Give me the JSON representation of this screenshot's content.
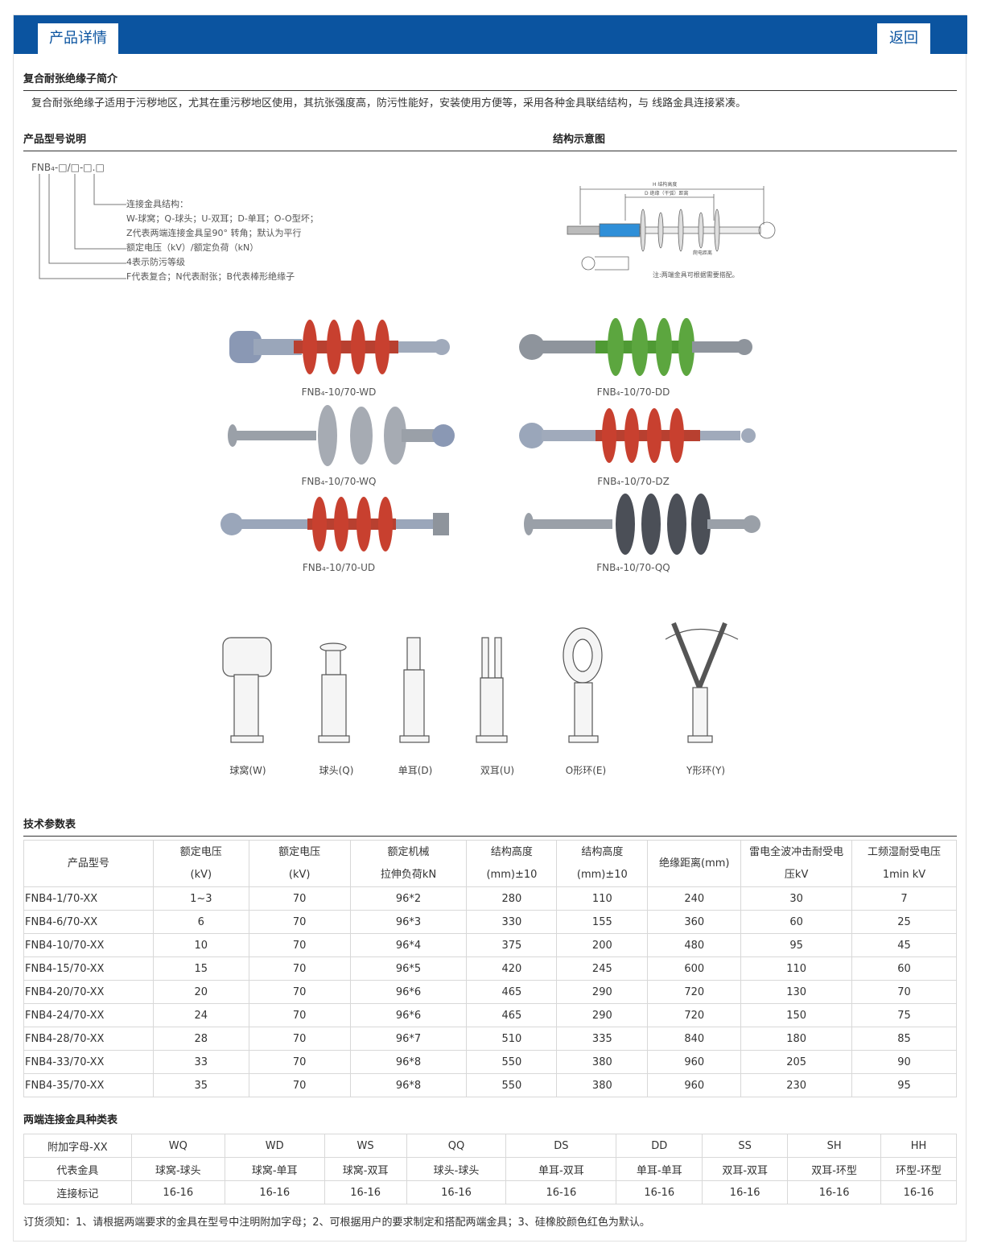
{
  "header": {
    "tab_label": "产品详情",
    "back_label": "返回",
    "accent": "#0b54a0"
  },
  "intro": {
    "title": "复合耐张绝缘子简介",
    "text": "复合耐张绝缘子适用于污秽地区，尤其在重污秽地区使用，其抗张强度高，防污性能好，安装使用方便等，采用各种金具联结结构，与 线路金具连接紧凑。"
  },
  "model": {
    "title": "产品型号说明",
    "code": "FNB₄-□/□-□.□",
    "lines": [
      "连接金具结构：",
      "W-球窝；Q-球头；U-双耳；D-单耳；O-O型坏；",
      "Z代表两端连接金具呈90° 转角；默认为平行",
      "额定电压（kV）/额定负荷（kN）",
      "4表示防污等级",
      "F代表复合；N代表耐张；B代表棒形绝缘子"
    ]
  },
  "structure": {
    "title": "结构示意图",
    "dim_h": "H 结构高度",
    "dim_d": "D 绝缘（干弧）距离",
    "creep": "爬电距离",
    "note": "注:两端金具可根据需要搭配。"
  },
  "products": [
    "FNB₄-10/70-WD",
    "FNB₄-10/70-DD",
    "FNB₄-10/70-WQ",
    "FNB₄-10/70-DZ",
    "FNB₄-10/70-UD",
    "FNB₄-10/70-QQ"
  ],
  "product_colors": {
    "red": "#c8402f",
    "green": "#5ca63f",
    "grey": "#9aa0a8",
    "dark": "#4b4f57"
  },
  "fittings": [
    "球窝(W)",
    "球头(Q)",
    "单耳(D)",
    "双耳(U)",
    "O形环(E)",
    "Y形环(Y)"
  ],
  "spec": {
    "title": "技术参数表",
    "headers": [
      [
        "产品型号"
      ],
      [
        "额定电压",
        "(kV)"
      ],
      [
        "额定电压",
        "(kV)"
      ],
      [
        "额定机械",
        "拉伸负荷kN"
      ],
      [
        "结构高度",
        "(mm)±10"
      ],
      [
        "结构高度",
        "(mm)±10"
      ],
      [
        "绝缘距离(mm)"
      ],
      [
        "雷电全波冲击耐受电",
        "压kV"
      ],
      [
        "工频湿耐受电压",
        "1min kV"
      ]
    ],
    "rows": [
      [
        "FNB4-1/70-XX",
        "1~3",
        "70",
        "96*2",
        "280",
        "110",
        "240",
        "30",
        "7"
      ],
      [
        "FNB4-6/70-XX",
        "6",
        "70",
        "96*3",
        "330",
        "155",
        "360",
        "60",
        "25"
      ],
      [
        "FNB4-10/70-XX",
        "10",
        "70",
        "96*4",
        "375",
        "200",
        "480",
        "95",
        "45"
      ],
      [
        "FNB4-15/70-XX",
        "15",
        "70",
        "96*5",
        "420",
        "245",
        "600",
        "110",
        "60"
      ],
      [
        "FNB4-20/70-XX",
        "20",
        "70",
        "96*6",
        "465",
        "290",
        "720",
        "130",
        "70"
      ],
      [
        "FNB4-24/70-XX",
        "24",
        "70",
        "96*6",
        "465",
        "290",
        "720",
        "150",
        "75"
      ],
      [
        "FNB4-28/70-XX",
        "28",
        "70",
        "96*7",
        "510",
        "335",
        "840",
        "180",
        "85"
      ],
      [
        "FNB4-33/70-XX",
        "33",
        "70",
        "96*8",
        "550",
        "380",
        "960",
        "205",
        "90"
      ],
      [
        "FNB4-35/70-XX",
        "35",
        "70",
        "96*8",
        "550",
        "380",
        "960",
        "230",
        "95"
      ]
    ]
  },
  "fit": {
    "title": "两端连接金具种类表",
    "rows": [
      [
        "附加字母-XX",
        "WQ",
        "WD",
        "WS",
        "QQ",
        "DS",
        "DD",
        "SS",
        "SH",
        "HH"
      ],
      [
        "代表金具",
        "球窝-球头",
        "球窝-单耳",
        "球窝-双耳",
        "球头-球头",
        "单耳-双耳",
        "单耳-单耳",
        "双耳-双耳",
        "双耳-环型",
        "环型-环型"
      ],
      [
        "连接标记",
        "16-16",
        "16-16",
        "16-16",
        "16-16",
        "16-16",
        "16-16",
        "16-16",
        "16-16",
        "16-16"
      ]
    ]
  },
  "note": "订货须知：1、请根据两端要求的金具在型号中注明附加字母；2、可根据用户的要求制定和搭配两端金具；3、硅橡胶颜色红色为默认。"
}
